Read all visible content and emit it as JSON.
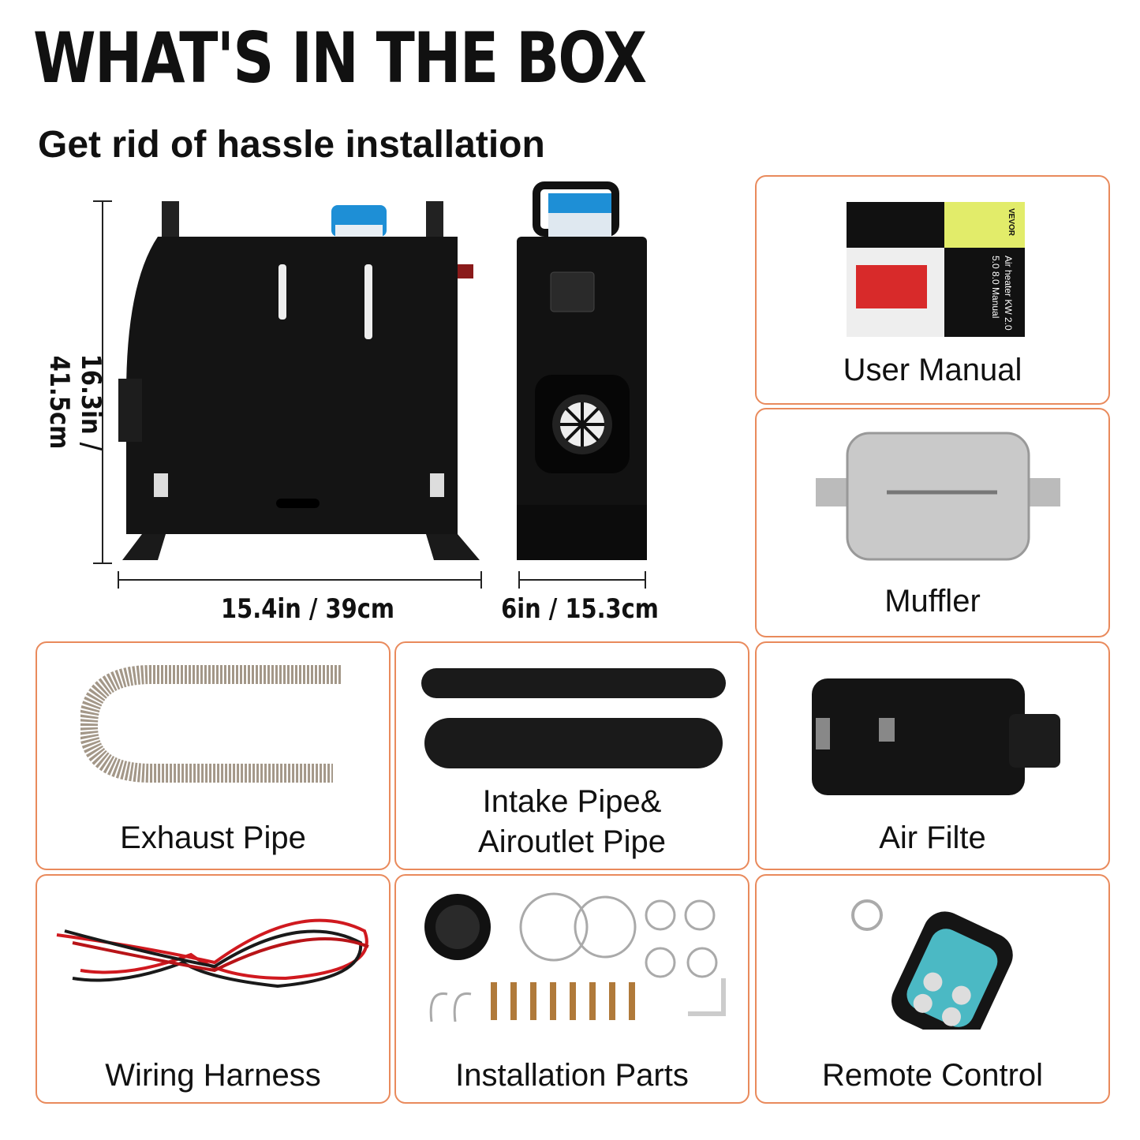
{
  "header": {
    "title": "WHAT'S IN THE BOX",
    "subtitle": "Get rid of hassle installation"
  },
  "dimensions": {
    "height": "16.3in / 41.5cm",
    "width": "15.4in / 39cm",
    "depth": "6in / 15.3cm"
  },
  "manual_cover": {
    "brand": "VEVOR",
    "line1": "Air heater KW 2.0",
    "line2": "5.0 8.0 Manual"
  },
  "items": [
    {
      "label": "User Manual"
    },
    {
      "label": "Muffler"
    },
    {
      "label": "Exhaust Pipe"
    },
    {
      "label": "Intake Pipe&\nAiroutlet Pipe",
      "line1": "Intake Pipe&",
      "line2": "Airoutlet Pipe"
    },
    {
      "label": "Air Filte"
    },
    {
      "label": "Wiring Harness"
    },
    {
      "label": "Installation Parts"
    },
    {
      "label": "Remote Control"
    }
  ],
  "colors": {
    "card_border": "#e98a5c",
    "heater_body": "#111111",
    "cap_blue": "#1e8fd6",
    "wire_red": "#d0191f"
  }
}
